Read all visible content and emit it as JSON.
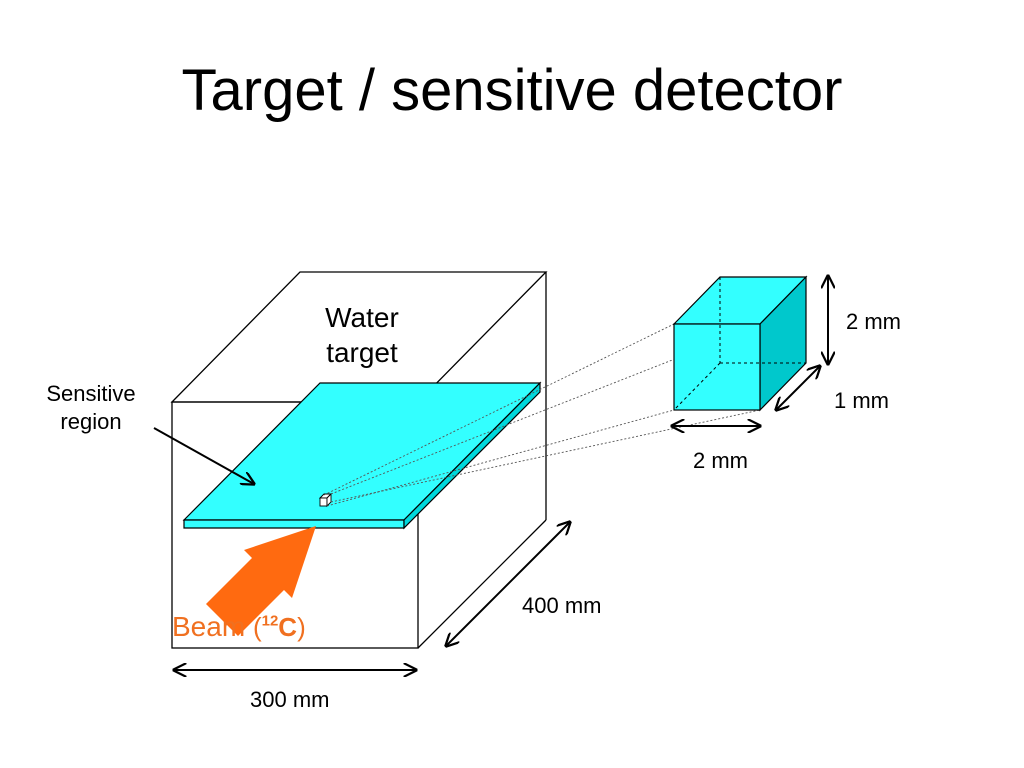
{
  "title": "Target / sensitive detector",
  "labels": {
    "water_target_line1": "Water",
    "water_target_line2": "target",
    "sensitive_line1": "Sensitive",
    "sensitive_line2": "region",
    "beam_word": "Beam",
    "beam_open": "(",
    "beam_isotope_mass": "12",
    "beam_isotope_element": "C",
    "beam_close": ")",
    "dim_width": "300 mm",
    "dim_depth": "400 mm",
    "voxel_height": "2 mm",
    "voxel_depth": "1 mm",
    "voxel_width": "2 mm"
  },
  "colors": {
    "cyan_face": "#33ffff",
    "cyan_side": "#00d8dc",
    "beam_orange": "#ff6a10",
    "beam_text": "#f07020",
    "outline": "#000000"
  }
}
